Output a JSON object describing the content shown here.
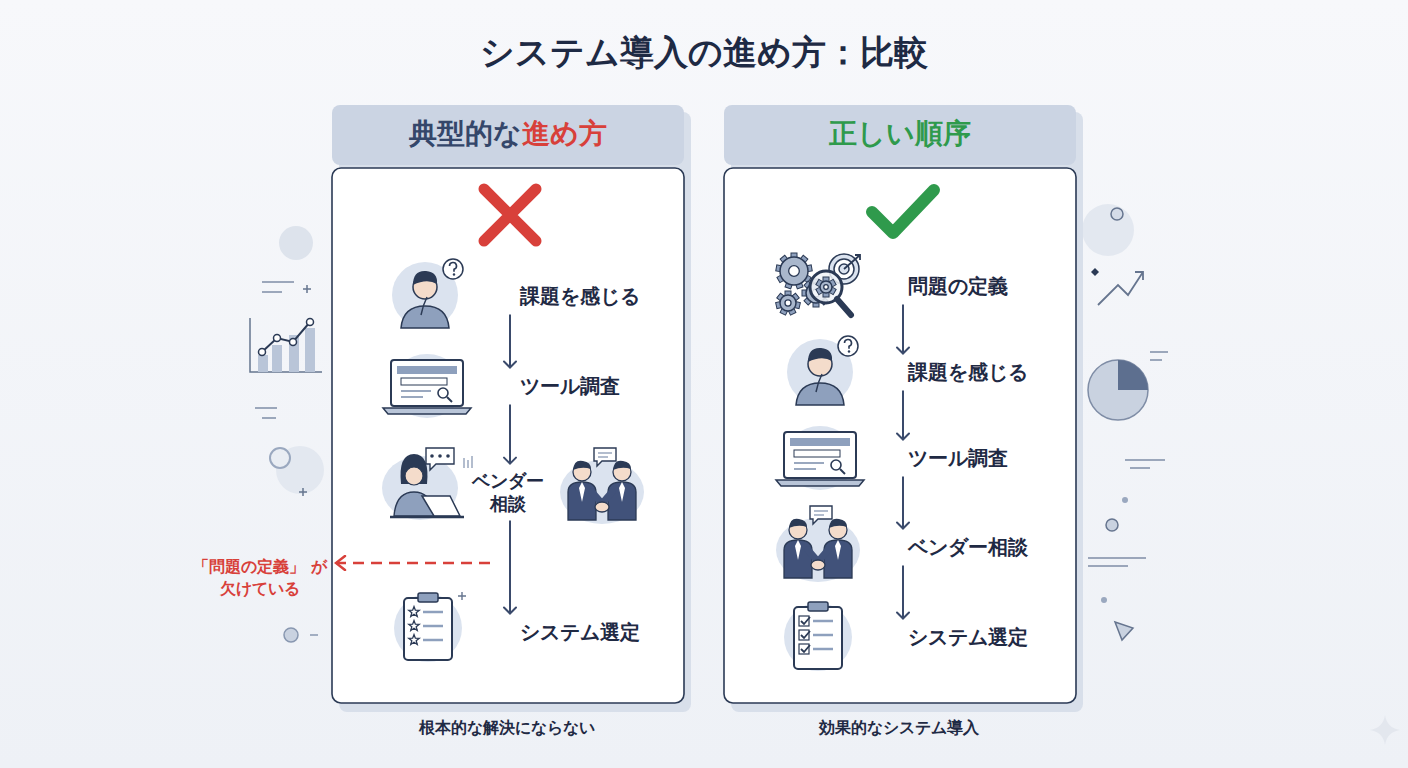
{
  "diagram": {
    "title": "システム導入の進め方：比較",
    "nodes": [
      {
        "text": [
          "典型的な",
          "進め方"
        ]
      },
      {
        "text": [
          "課題を感じる"
        ],
        "in": 0
      },
      {
        "text": [
          "ツール調査"
        ],
        "in": 0
      },
      {
        "text": [
          "ベンダー 相談"
        ],
        "in": 0
      },
      {
        "text": [
          "システム選定"
        ],
        "in": 0
      },
      {
        "text": [
          "正しい順序"
        ]
      },
      {
        "text": [
          "問題の定義"
        ],
        "in": 5
      },
      {
        "text": [
          "課題を感じる"
        ],
        "in": 5
      },
      {
        "text": [
          "ツール調査"
        ],
        "in": 5
      },
      {
        "text": [
          "ベンダー相談"
        ],
        "in": 5
      },
      {
        "text": [
          "システム選定"
        ],
        "in": 5
      }
    ],
    "edges": [
      {
        "from": 1,
        "to": 2,
        "arrow": "to"
      },
      {
        "from": 2,
        "to": 3,
        "arrow": "to"
      },
      {
        "from": 3,
        "to": 4,
        "arrow": "to"
      },
      {
        "from": 6,
        "to": 7,
        "arrow": "to"
      },
      {
        "from": 7,
        "to": 8,
        "arrow": "to"
      },
      {
        "from": 8,
        "to": 9,
        "arrow": "to"
      },
      {
        "from": 9,
        "to": 10,
        "arrow": "to"
      }
    ],
    "labels": [
      "「問題の定義」 が欠けている",
      "根本的な解決にならない",
      "効果的なシステム導入"
    ]
  }
}
